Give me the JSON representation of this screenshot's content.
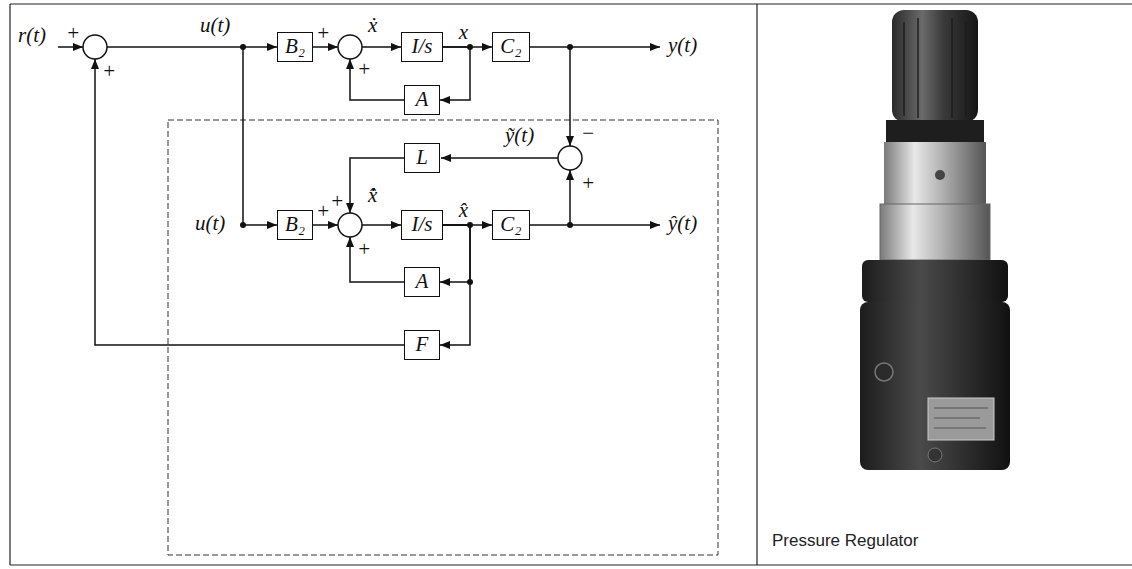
{
  "diagram": {
    "nodes": [
      {
        "text": [
          "B₂"
        ]
      },
      {
        "text": [
          "I/s"
        ]
      },
      {
        "text": [
          "C₂"
        ]
      },
      {
        "text": [
          "A"
        ]
      },
      {
        "text": [
          "L"
        ]
      },
      {
        "text": [
          "B₂"
        ]
      },
      {
        "text": [
          "I/s"
        ]
      },
      {
        "text": [
          "C₂"
        ]
      },
      {
        "text": [
          "A"
        ]
      },
      {
        "text": [
          "F"
        ]
      }
    ],
    "edges": [
      {
        "from": 1,
        "to": 2,
        "label": "x",
        "arrow": "to"
      },
      {
        "from": 1,
        "to": 3,
        "arrow": "to"
      },
      {
        "from": 6,
        "to": 7,
        "label": "x̂",
        "arrow": "to"
      },
      {
        "from": 6,
        "to": 8,
        "arrow": "to"
      },
      {
        "from": 6,
        "to": 9,
        "arrow": "to"
      }
    ],
    "labels": [
      "r(t)",
      "+",
      "u(t)",
      "+",
      "ẋ",
      "+",
      "y(t)",
      "+",
      "ỹ(t)",
      "−",
      "+",
      "+",
      "u(t)",
      "+",
      "x̂̇",
      "+",
      "ŷ(t)",
      "Pressure Regulator"
    ]
  }
}
